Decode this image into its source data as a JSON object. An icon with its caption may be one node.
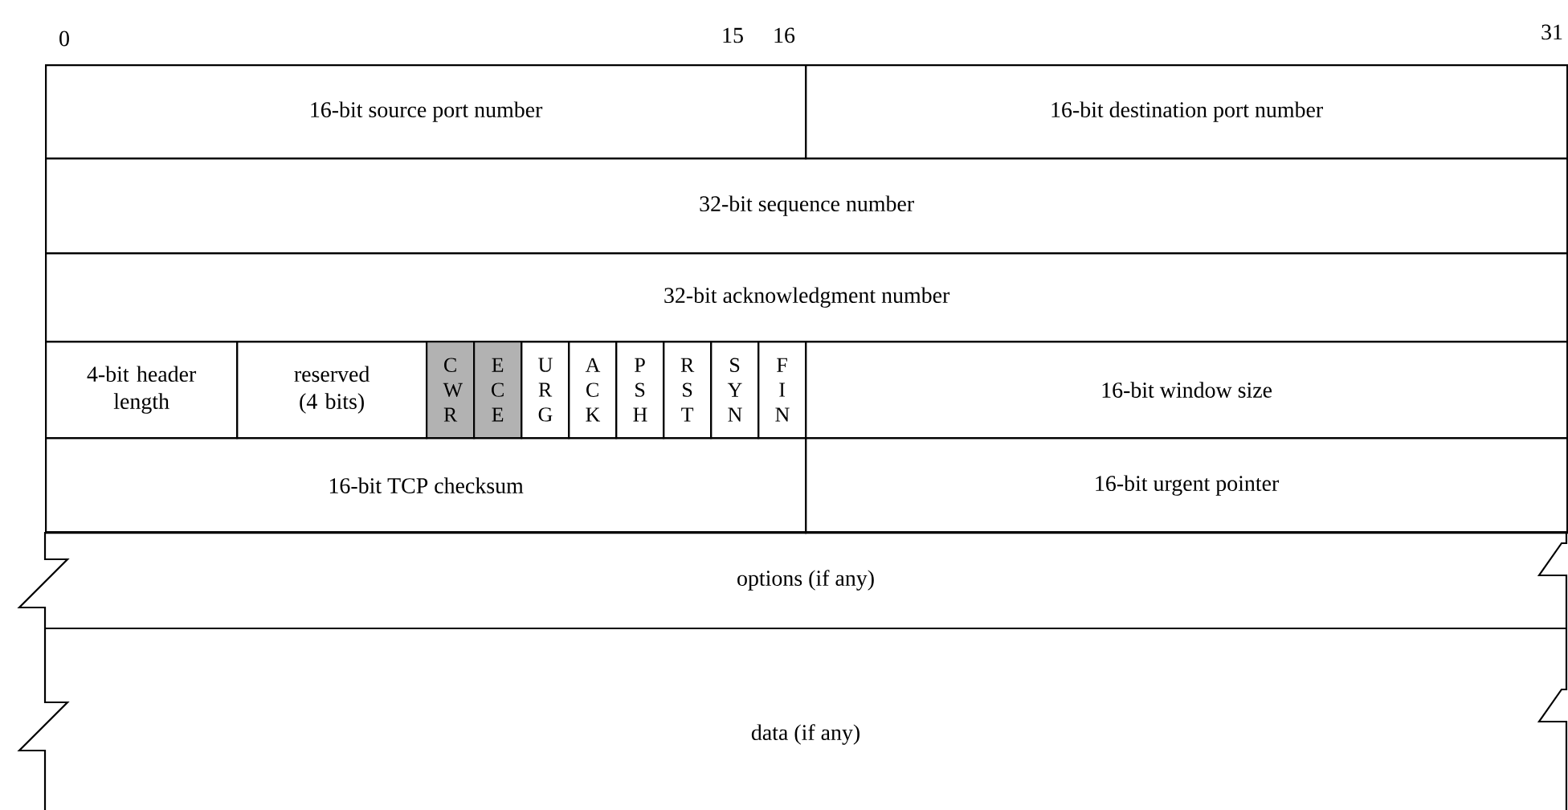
{
  "diagram": {
    "nodes": [
      {
        "text": [
          "16-bit source port number"
        ]
      },
      {
        "text": [
          "16-bit destination port number"
        ]
      },
      {
        "text": [
          "32-bit sequence number"
        ]
      },
      {
        "text": [
          "32-bit acknowledgment number"
        ]
      },
      {
        "text": [
          "4-bit header length"
        ]
      },
      {
        "text": [
          "reserved (4 bits)"
        ]
      },
      {
        "text": [
          "C W R"
        ]
      },
      {
        "text": [
          "E C E"
        ]
      },
      {
        "text": [
          "U R G"
        ]
      },
      {
        "text": [
          "A C K"
        ]
      },
      {
        "text": [
          "P S H"
        ]
      },
      {
        "text": [
          "R S T"
        ]
      },
      {
        "text": [
          "S Y N"
        ]
      },
      {
        "text": [
          "F I N"
        ]
      },
      {
        "text": [
          "16-bit window size"
        ]
      },
      {
        "text": [
          "16-bit TCP checksum"
        ]
      },
      {
        "text": [
          "16-bit urgent pointer"
        ]
      },
      {
        "text": [
          "options (if any)"
        ]
      },
      {
        "text": [
          "data (if any)"
        ]
      }
    ],
    "labels": [
      "0",
      "15",
      "16",
      "31"
    ]
  }
}
